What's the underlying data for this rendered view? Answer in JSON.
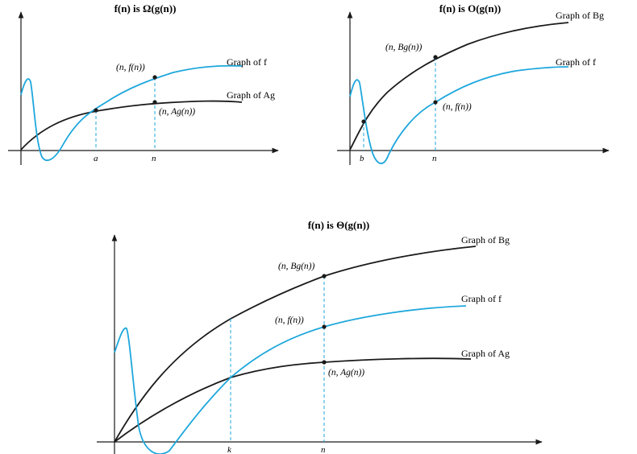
{
  "colors": {
    "curve_f": "#1ea7dc",
    "curve_g": "#1a1a1a",
    "axis": "#1a1a1a"
  },
  "panels": {
    "omega": {
      "title": "f(n) is Ω(g(n))",
      "label_f": "Graph of f",
      "label_ag": "Graph of Ag",
      "point_f": "(n, f(n))",
      "point_ag": "(n, Ag(n))",
      "tick_a": "a",
      "tick_n": "n"
    },
    "bigo": {
      "title": "f(n) is O(g(n))",
      "label_bg": "Graph of Bg",
      "label_f": "Graph of f",
      "point_bg": "(n, Bg(n))",
      "point_f": "(n, f(n))",
      "tick_b": "b",
      "tick_n": "n"
    },
    "theta": {
      "title": "f(n) is Θ(g(n))",
      "label_bg": "Graph of Bg",
      "label_f": "Graph of f",
      "label_ag": "Graph of Ag",
      "point_bg": "(n, Bg(n))",
      "point_f": "(n, f(n))",
      "point_ag": "(n, Ag(n))",
      "tick_k": "k",
      "tick_n": "n"
    }
  }
}
